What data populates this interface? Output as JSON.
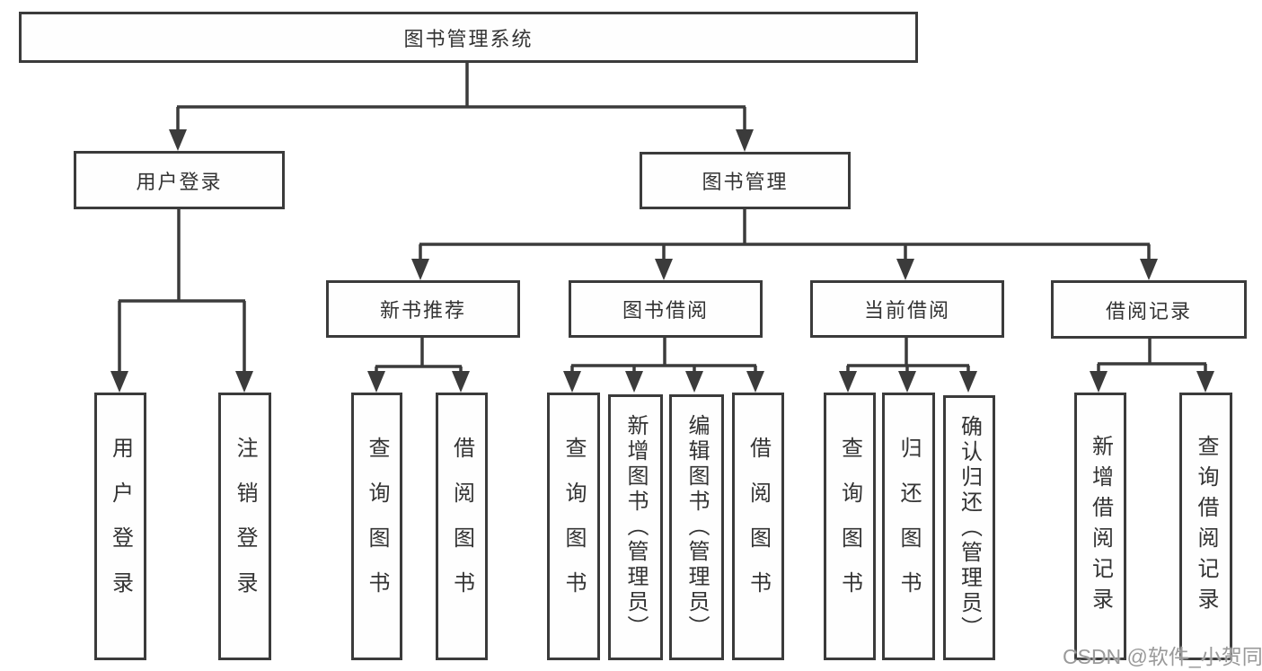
{
  "tree": {
    "label": "图书管理系统",
    "children": [
      {
        "label": "用户登录",
        "children": [
          {
            "label": "用户登录"
          },
          {
            "label": "注销登录"
          }
        ]
      },
      {
        "label": "图书管理",
        "children": [
          {
            "label": "新书推荐",
            "children": [
              {
                "label": "查询图书"
              },
              {
                "label": "借阅图书"
              }
            ]
          },
          {
            "label": "图书借阅",
            "children": [
              {
                "label": "查询图书"
              },
              {
                "label": "新增图书（管理员）"
              },
              {
                "label": "编辑图书（管理员）"
              },
              {
                "label": "借阅图书"
              }
            ]
          },
          {
            "label": "当前借阅",
            "children": [
              {
                "label": "查询图书"
              },
              {
                "label": "归还图书"
              },
              {
                "label": "确认归还（管理员）"
              }
            ]
          },
          {
            "label": "借阅记录",
            "children": [
              {
                "label": "新增借阅记录"
              },
              {
                "label": "查询借阅记录"
              }
            ]
          }
        ]
      }
    ]
  },
  "watermark": {
    "text": "CSDN @软件_小贺同学",
    "color": "#9a9a9a"
  },
  "colors": {
    "line": "#3b3b3b",
    "text": "#333333",
    "box_background": "#fefefe",
    "page_background": "#ffffff"
  }
}
